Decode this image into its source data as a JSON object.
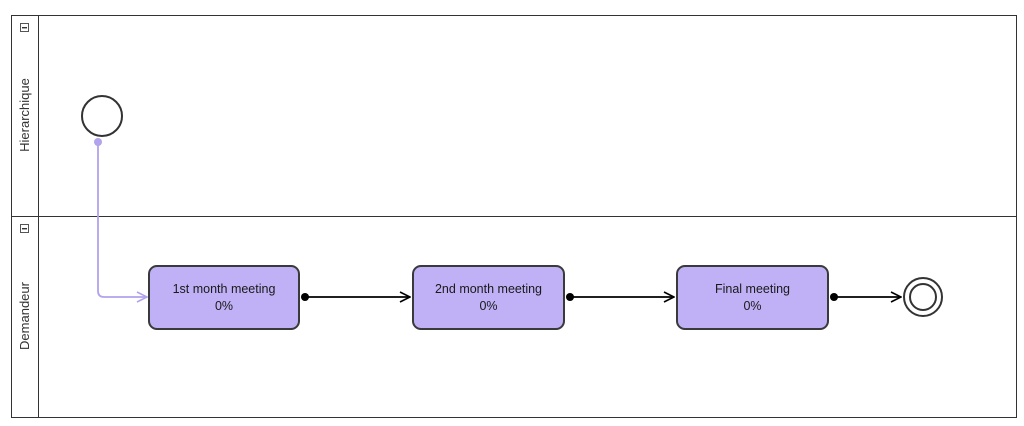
{
  "pool": {
    "lanes": [
      {
        "id": "lane-1",
        "label": "Hierarchique",
        "collapse_icon": "minus-square-icon"
      },
      {
        "id": "lane-2",
        "label": "Demandeur",
        "collapse_icon": "minus-square-icon"
      }
    ]
  },
  "tasks": [
    {
      "label": "1st month meeting",
      "progress": "0%"
    },
    {
      "label": "2nd month meeting",
      "progress": "0%"
    },
    {
      "label": "Final meeting",
      "progress": "0%"
    }
  ],
  "events": {
    "start": {
      "type": "start-event"
    },
    "end": {
      "type": "end-event"
    }
  },
  "colors": {
    "task_fill": "#c0b0f5",
    "task_stroke": "#3a3a3a",
    "start_flow": "#b3a2ec",
    "sequence_flow": "#000000",
    "lane_border": "#333333"
  }
}
